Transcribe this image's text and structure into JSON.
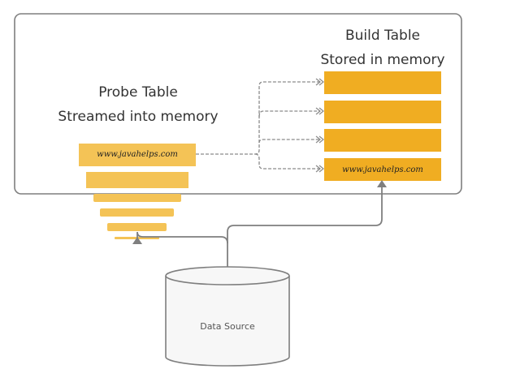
{
  "probe_table": {
    "title_line1": "Probe Table",
    "title_line2": "Streamed into memory",
    "row_label": "www.javahelps.com",
    "color": "#f4c356"
  },
  "build_table": {
    "title_line1": "Build Table",
    "title_line2": "Stored in memory",
    "row_label": "www.javahelps.com",
    "color": "#f0ad22"
  },
  "data_source": {
    "label": "Data Source"
  },
  "colors": {
    "border": "#7f7f7f",
    "connector": "#8a8a8a",
    "cylinder_fill": "#f7f7f7"
  }
}
